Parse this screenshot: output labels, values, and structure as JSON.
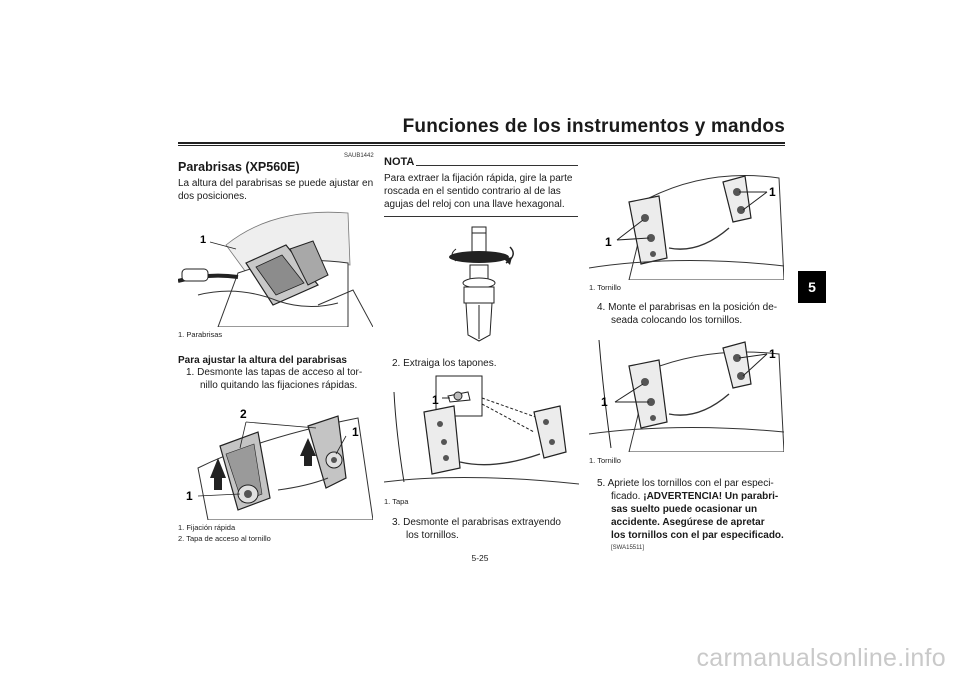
{
  "header": {
    "title": "Funciones de los instrumentos y mandos",
    "chapter": "5",
    "page_number": "5-25"
  },
  "left_column": {
    "section_code": "SAUB1442",
    "heading": "Parabrisas (XP560E)",
    "intro": [
      "La altura del parabrisas se puede ajustar en",
      "dos posiciones."
    ],
    "fig1": {
      "callout": "1",
      "caption": "1. Parabrisas"
    },
    "subheading": "Para ajustar la altura del parabrisas",
    "step1": [
      "1.  Desmonte las tapas de acceso al tor-",
      "nillo quitando las fijaciones rápidas."
    ],
    "fig2": {
      "callout_1a": "1",
      "callout_1b": "1",
      "callout_2": "2",
      "caption_1": "1. Fijación rápida",
      "caption_2": "2. Tapa de acceso al tornillo"
    }
  },
  "middle_column": {
    "nota_label": "NOTA",
    "nota_text": [
      "Para extraer la fijación rápida, gire la parte",
      "roscada en el sentido contrario al de las",
      "agujas del reloj con una llave hexagonal."
    ],
    "step2": "2.  Extraiga los tapones.",
    "fig3": {
      "callout": "1",
      "caption": "1. Tapa"
    },
    "step3": [
      "3.  Desmonte el parabrisas extrayendo",
      "los tornillos."
    ]
  },
  "right_column": {
    "fig4": {
      "callout_a": "1",
      "callout_b": "1",
      "caption": "1. Tornillo"
    },
    "step4": [
      "4.  Monte el parabrisas en la posición de-",
      "seada colocando los tornillos."
    ],
    "fig5": {
      "callout_a": "1",
      "callout_b": "1",
      "caption": "1. Tornillo"
    },
    "step5_lines": [
      "5.  Apriete los tornillos con el par especi-"
    ],
    "step5_mixed": {
      "prefix": "ficado. ",
      "bold": "¡ADVERTENCIA! Un parabri-"
    },
    "step5_bold": [
      "sas suelto puede ocasionar un",
      "accidente. Asegúrese de apretar",
      "los tornillos con el par especificado."
    ],
    "warning_code": "[SWA15511]"
  },
  "watermark": "carmanualsonline.info"
}
